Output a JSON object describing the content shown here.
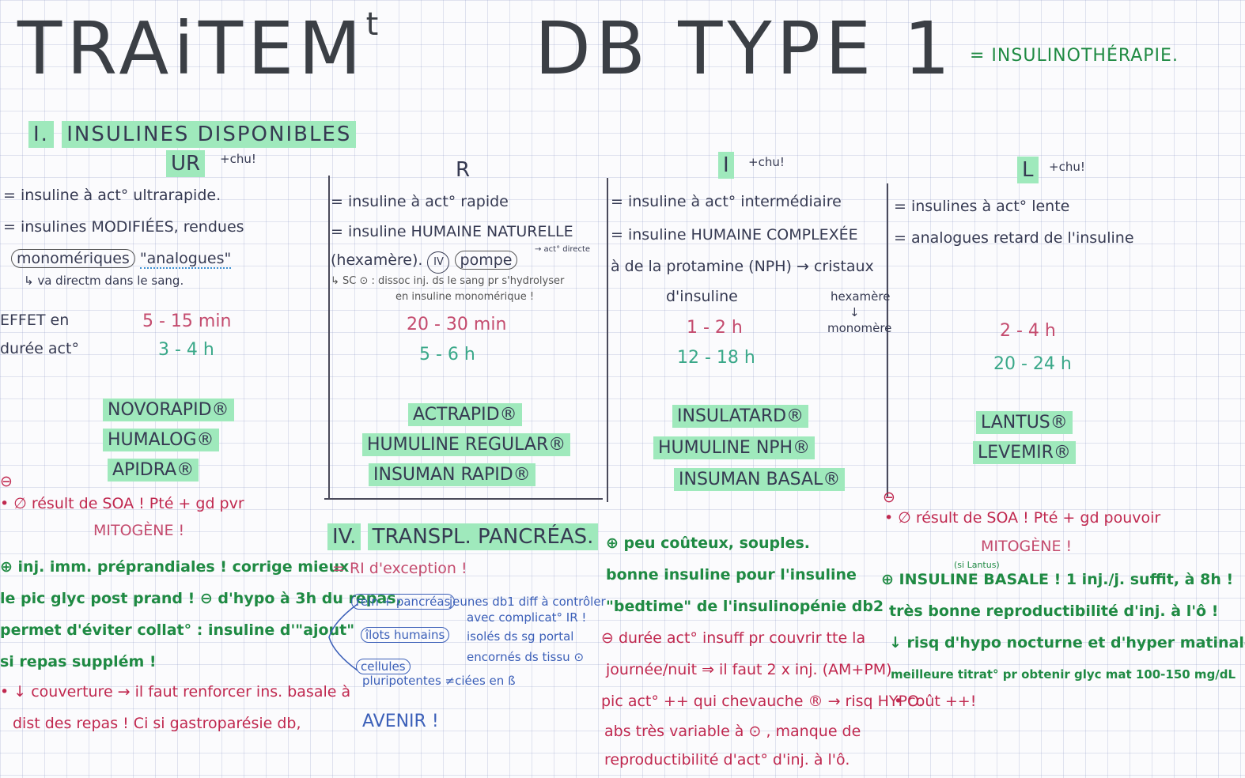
{
  "title": {
    "main": "TRAiTEM",
    "sup": "t",
    "rest": "DB TYPE 1",
    "subtitle": "= INSULINOTHÉRAPIE."
  },
  "section1": {
    "heading_num": "I.",
    "heading": "INSULINES DISPONIBLES"
  },
  "columns": [
    {
      "code": "UR",
      "note": "+chu!",
      "line1": "= insuline à act° ultrarapide.",
      "line2": "= insulines MODIFIÉES, rendues",
      "line3a": "monomériques",
      "line3b": "\"analogues\"",
      "line4": "↳ va directm dans le sang.",
      "onset": "5 - 15 min",
      "duration": "3 - 4 h",
      "brands": [
        "NOVORAPID®",
        "HUMALOG®",
        "APIDRA®"
      ],
      "minus_sign": "⊖",
      "minus": "• ∅ résult de SOA ! Pté + gd pvr",
      "minus2": "MITOGÈNE !",
      "plus1": "⊕ inj. imm. préprandiales ! corrige mieux",
      "plus2": "le pic glyc post prand ! ⊖ d'hypo à 3h du repas,",
      "plus3": "permet d'éviter collat° : insuline d'\"ajout\"",
      "plus4": "si repas supplém !",
      "plus5": "• ↓ couverture → il faut renforcer ins. basale à",
      "plus6": "dist des repas ! Ci si gastroparésie db,"
    },
    {
      "code": "R",
      "line1": "= insuline à act° rapide",
      "line2": "= insuline HUMAINE NATURELLE",
      "line3": "(hexamère).",
      "iv": "IV",
      "pompe": "pompe",
      "small1": "→ act° directe",
      "small2": "↳ SC ⊙ : dissoc inj. ds le sang pr s'hydrolyser",
      "small3": "en insuline monomérique !",
      "onset": "20 - 30 min",
      "duration": "5 - 6 h",
      "brands": [
        "ACTRAPID®",
        "HUMULINE REGULAR®",
        "INSUMAN RAPID®"
      ]
    },
    {
      "code": "I",
      "note": "+chu!",
      "line1": "= insuline à act° intermédiaire",
      "line2": "= insuline HUMAINE COMPLEXÉE",
      "line3": "à de la protamine (NPH) → cristaux",
      "line4": "d'insuline",
      "side1": "hexamère",
      "side2": "↓",
      "side3": "monomère",
      "onset": "1 - 2 h",
      "duration": "12 - 18 h",
      "brands": [
        "INSULATARD®",
        "HUMULINE NPH®",
        "INSUMAN BASAL®"
      ],
      "plus1": "⊕ peu coûteux, souples.",
      "plus2": "bonne insuline pour l'insuline",
      "plus3": "\"bedtime\" de l'insulinopénie db2",
      "minus1": "⊖ durée act° insuff pr couvrir tte la",
      "minus2": "journée/nuit ⇒ il faut 2 x inj. (AM+PM)",
      "minus3": "pic act° ++ qui chevauche ® → risq HYPO.",
      "minus4": "abs très variable à ⊙ , manque de",
      "minus5": "reproductibilité d'act° d'inj. à l'ô."
    },
    {
      "code": "L",
      "note": "+chu!",
      "line1": "= insulines à act° lente",
      "line2": "= analogues retard de l'insuline",
      "onset": "2 - 4 h",
      "duration": "20 - 24 h",
      "brands": [
        "LANTUS®",
        "LEVEMIR®"
      ],
      "minus_sign": "⊖",
      "minus1": "• ∅ résult de SOA ! Pté + gd pouvoir",
      "minus2": "MITOGÈNE !",
      "plus_note": "(si Lantus)",
      "plus1": "⊕ INSULINE BASALE ! 1 inj./j. suffit, à 8h !",
      "plus2": "très bonne reproductibilité d'inj. à l'ô !",
      "plus3": "↓ risq d'hypo nocturne et d'hyper matinale.",
      "plus4": "meilleure titrat° pr obtenir glyc mat 100-150 mg/dL",
      "plus5": "• coût ++!"
    }
  ],
  "row_labels": {
    "effet": "EFFET en",
    "duree": "durée act°"
  },
  "section4": {
    "num": "IV.",
    "heading": "TRANSPL. PANCRÉAS.",
    "sub": "= RI d'exception !",
    "item1a": "rein + pancréas",
    "item1b": "jeunes db1 diff à contrôler",
    "item1c": "avec complicat° IR !",
    "item2a": "îlots humains",
    "item2b": "isolés ds sg portal",
    "item2c": "encornés ds tissu ⊙",
    "item3a": "cellules",
    "item3b": "pluripotentes ≠ciées en ß",
    "future": "AVENIR !"
  }
}
